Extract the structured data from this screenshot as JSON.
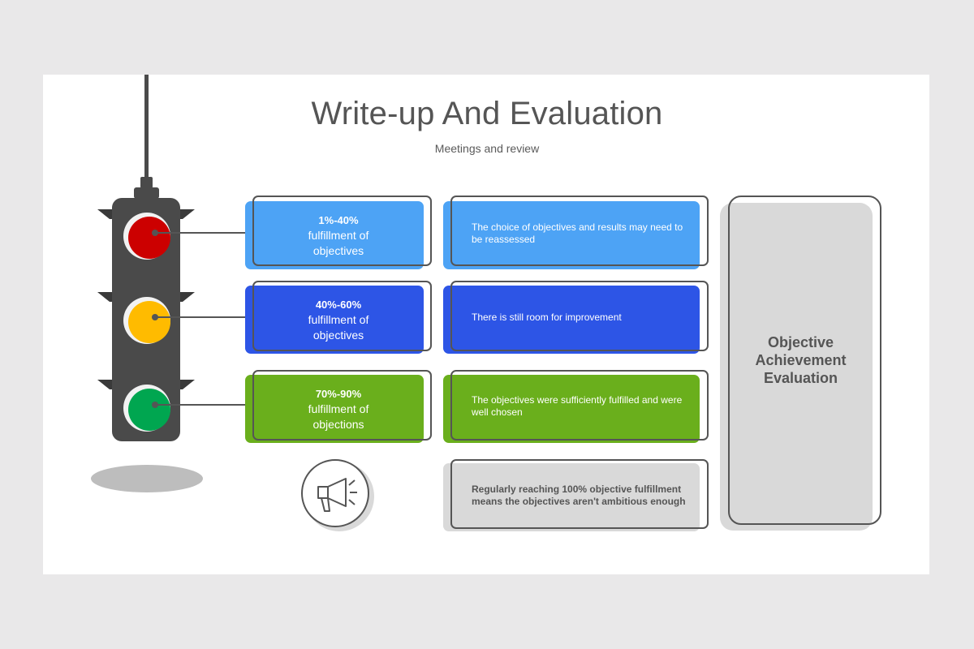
{
  "slide": {
    "title": "Write-up And Evaluation",
    "subtitle": "Meetings and review"
  },
  "levels": [
    {
      "range": "1%-40%",
      "label_line1": "fulfillment of",
      "label_line2": "objectives",
      "description": "The choice of objectives and results may need to be reassessed",
      "color": "#4da3f5",
      "light_color": "#cc0000"
    },
    {
      "range": "40%-60%",
      "label_line1": "fulfillment of",
      "label_line2": "objectives",
      "description": "There is still room for improvement",
      "color": "#2d55e6",
      "light_color": "#ffbb00"
    },
    {
      "range": "70%-90%",
      "label_line1": "fulfillment of",
      "label_line2": "objections",
      "description": "The objectives were sufficiently fulfilled and were well chosen",
      "color": "#6aaf1c",
      "light_color": "#00a650"
    }
  ],
  "note": {
    "text": "Regularly reaching 100% objective fulfillment means the objectives aren't ambitious enough",
    "icon": "megaphone-icon"
  },
  "evaluation": {
    "line1": "Objective",
    "line2": "Achievement",
    "line3": "Evaluation"
  },
  "colors": {
    "outline": "#555555",
    "note_fill": "#d9d9d9",
    "traffic_light_body": "#4a4a4a"
  }
}
